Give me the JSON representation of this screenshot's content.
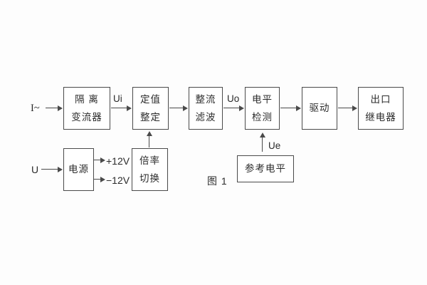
{
  "diagram": {
    "caption": "图 1"
  },
  "inputs": {
    "current": "I~",
    "voltage": "U"
  },
  "blocks": {
    "isolation_transformer": {
      "line1": "隔 离",
      "line2": "变流器"
    },
    "setting_adjust": {
      "line1": "定值",
      "line2": "整定"
    },
    "rectify_filter": {
      "line1": "整流",
      "line2": "滤波"
    },
    "level_detect": {
      "line1": "电平",
      "line2": "检测"
    },
    "drive": {
      "label": "驱动"
    },
    "output_relay": {
      "line1": "出口",
      "line2": "继电器"
    },
    "power_supply": {
      "label": "电源"
    },
    "ratio_switch": {
      "line1": "倍率",
      "line2": "切换"
    },
    "reference_level": {
      "label": "参考电平"
    }
  },
  "signals": {
    "ui": "Ui",
    "uo": "Uo",
    "ue": "Ue",
    "pos12": "+12V",
    "neg12": "−12V"
  },
  "colors": {
    "line": "#4a4a4a",
    "text": "#2b2b2b",
    "background": "#fdfdfd"
  }
}
